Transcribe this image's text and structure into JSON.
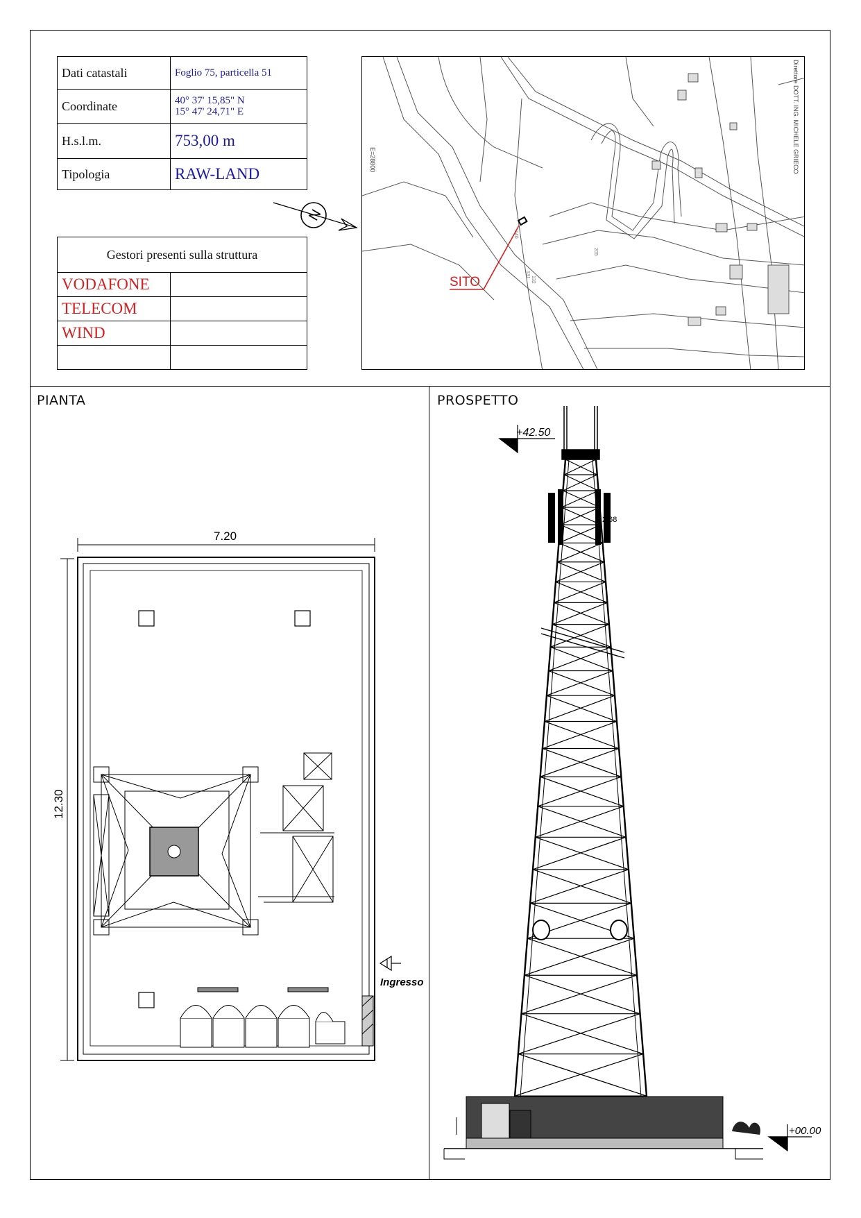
{
  "info_table": [
    {
      "key": "Dati catastali",
      "value": "Foglio 75, particella 51"
    },
    {
      "key": "Coordinate",
      "value_line1": "40° 37' 15,85\" N",
      "value_line2": "15° 47' 24,71\" E"
    },
    {
      "key": "H.s.l.m.",
      "value": "753,00 m"
    },
    {
      "key": "Tipologia",
      "value": "RAW-LAND"
    }
  ],
  "operators_table": {
    "header": "Gestori presenti sulla struttura",
    "operators": [
      "VODAFONE",
      "TELECOM",
      "WIND"
    ]
  },
  "compass": {
    "label": "N"
  },
  "map": {
    "site_label": "SITO",
    "coord_label": "E=28800",
    "side_label": "Direttore DOTT. ING. MICHELE GRIECO",
    "parcel_labels": [
      "140",
      "132",
      "131",
      "205"
    ]
  },
  "plan": {
    "title": "PIANTA",
    "width_dim": "7.20",
    "height_dim": "12.30",
    "entrance_label": "Ingresso"
  },
  "elevation": {
    "title": "PROSPETTO",
    "top_level": "+42.50",
    "antenna_dim": "2.68",
    "ground_level": "+00.00"
  },
  "colors": {
    "value_blue": "#1a1aa8",
    "operator_red": "#d42020",
    "site_red": "#d42020"
  }
}
